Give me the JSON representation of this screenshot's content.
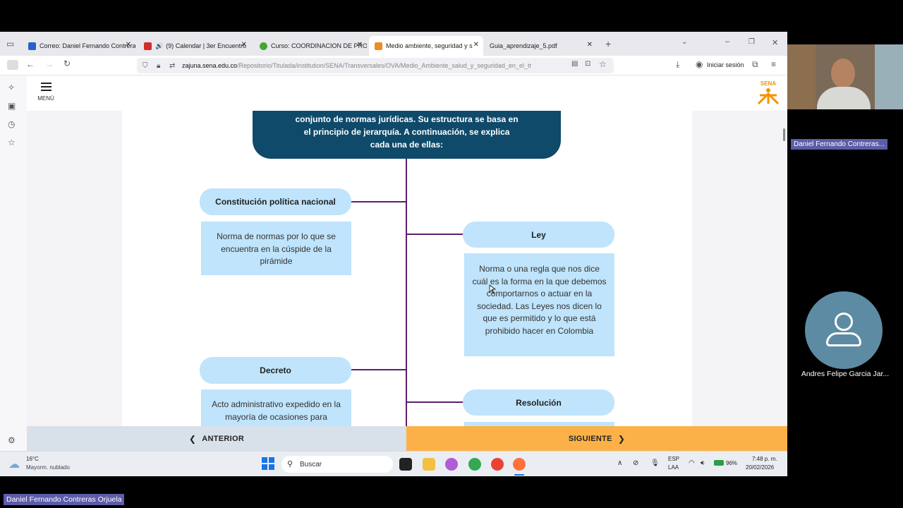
{
  "browser": {
    "tabs": [
      {
        "title": "Correo: Daniel Fernando Contreras",
        "color": "#2563c9"
      },
      {
        "title": "(9) Calendar | 3er Encuentro",
        "color": "#d12c2c"
      },
      {
        "title": "Curso: COORDINACION DE PRO",
        "color": "#45a635"
      },
      {
        "title": "Medio ambiente, seguridad y s",
        "color": "#f08a24"
      },
      {
        "title": "Guia_aprendizaje_5.pdf",
        "color": "#ffffff"
      }
    ],
    "url_domain": "zajuna.sena.edu.co",
    "url_path": "/Repositorio/Titulada/institution/SENA/Transversales/OVA/Medio_Ambiente_salud_y_seguridad_en_el_tr",
    "signin_label": "Iniciar sesión"
  },
  "page": {
    "menu_label": "MENÚ",
    "banner_lines": [
      "conjunto de normas jurídicas. Su estructura se basa en",
      "el principio de jerarquía. A continuación, se explica",
      "cada una de ellas:"
    ],
    "nodes": {
      "constitucion_title": "Constitución política nacional",
      "constitucion_desc": "Norma de normas por lo que se encuentra en la cúspide de la pirámide",
      "ley_title": "Ley",
      "ley_desc": "Norma o una regla que nos dice cuál es la forma en la que debemos comportarnos o actuar en la sociedad. Las Leyes nos dicen lo que es permitido y lo que está prohibido hacer en Colombia",
      "decreto_title": "Decreto",
      "decreto_desc": "Acto administrativo expedido en la mayoría de ocasiones para",
      "resolucion_title": "Resolución"
    },
    "prev_label": "ANTERIOR",
    "next_label": "SIGUIENTE"
  },
  "taskbar": {
    "weather_temp": "16°C",
    "weather_desc": "Mayorm. nublado",
    "search_placeholder": "Buscar",
    "lang_line1": "ESP",
    "lang_line2": "LAA",
    "battery": "96%",
    "time": "7:48 p. m.",
    "date": "20/02/2026"
  },
  "meeting": {
    "speaker_name": "Daniel Fernando Contreras...",
    "participant_name": "Andres Felipe Garcia Jar...",
    "presenter_name": "Daniel Fernando Contreras Orjuela"
  },
  "colors": {
    "banner": "#0f4a6b",
    "node": "#bfe4fb",
    "connector": "#5b1f6d",
    "next_button": "#fbb147"
  }
}
